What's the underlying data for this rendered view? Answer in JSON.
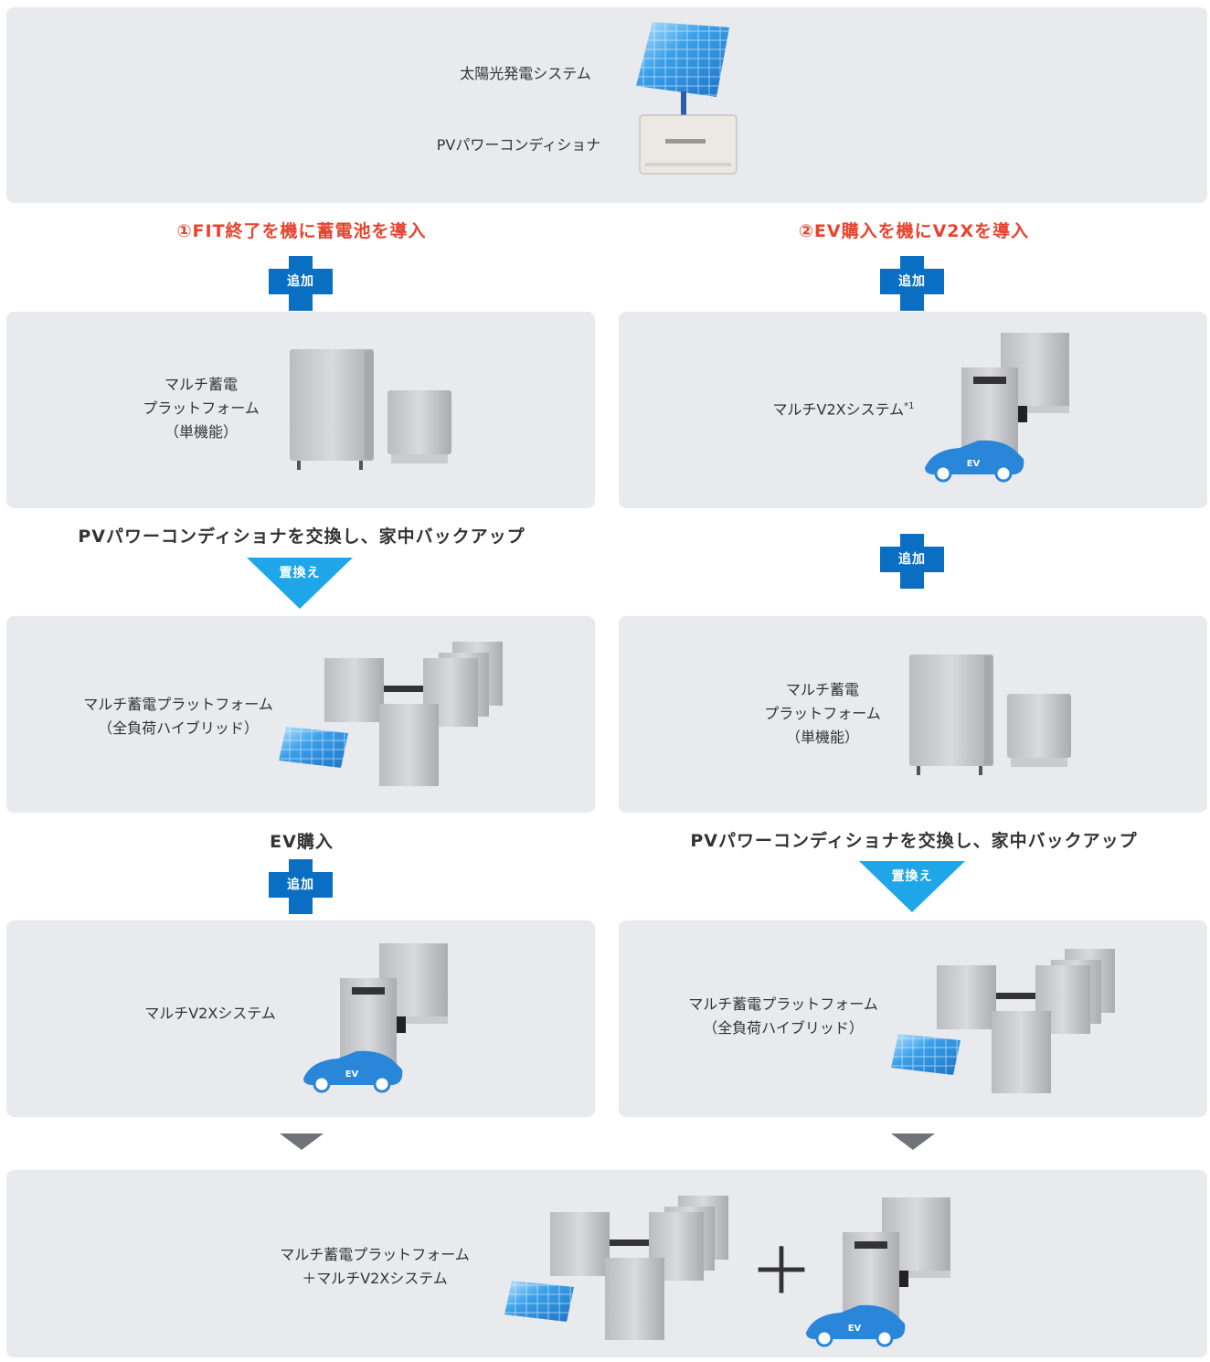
{
  "top": {
    "solar_label": "太陽光発電システム",
    "pcs_label": "PVパワーコンディショナ"
  },
  "left": {
    "heading": "①FIT終了を機に蓄電池を導入",
    "add_label": "追加",
    "box1_label_1": "マルチ蓄電",
    "box1_label_2": "プラットフォーム",
    "box1_label_3": "（単機能）",
    "step_text": "PVパワーコンディショナを交換し、家中バックアップ",
    "replace_label": "置換え",
    "box2_label_1": "マルチ蓄電プラットフォーム",
    "box2_label_2": "（全負荷ハイブリッド）",
    "ev_text": "EV購入",
    "add_label_2": "追加",
    "box3_label": "マルチV2Xシステム"
  },
  "right": {
    "heading": "②EV購入を機にV2Xを導入",
    "add_label": "追加",
    "box1_label": "マルチV2Xシステム",
    "box1_note": "*1",
    "add_label_2": "追加",
    "box2_label_1": "マルチ蓄電",
    "box2_label_2": "プラットフォーム",
    "box2_label_3": "（単機能）",
    "step_text": "PVパワーコンディショナを交換し、家中バックアップ",
    "replace_label": "置換え",
    "box3_label_1": "マルチ蓄電プラットフォーム",
    "box3_label_2": "（全負荷ハイブリッド）"
  },
  "bottom": {
    "label_1": "マルチ蓄電プラットフォーム",
    "label_2": "＋マルチV2Xシステム",
    "plus_sign": "＋"
  },
  "badge_ev": "EV",
  "colors": {
    "panel": "#e8eaed",
    "accent_red": "#e8432d",
    "plus_blue": "#0a6fc2",
    "replace_blue": "#1ea6e8",
    "arrow_gray": "#707378",
    "car_blue": "#2a86d8"
  }
}
